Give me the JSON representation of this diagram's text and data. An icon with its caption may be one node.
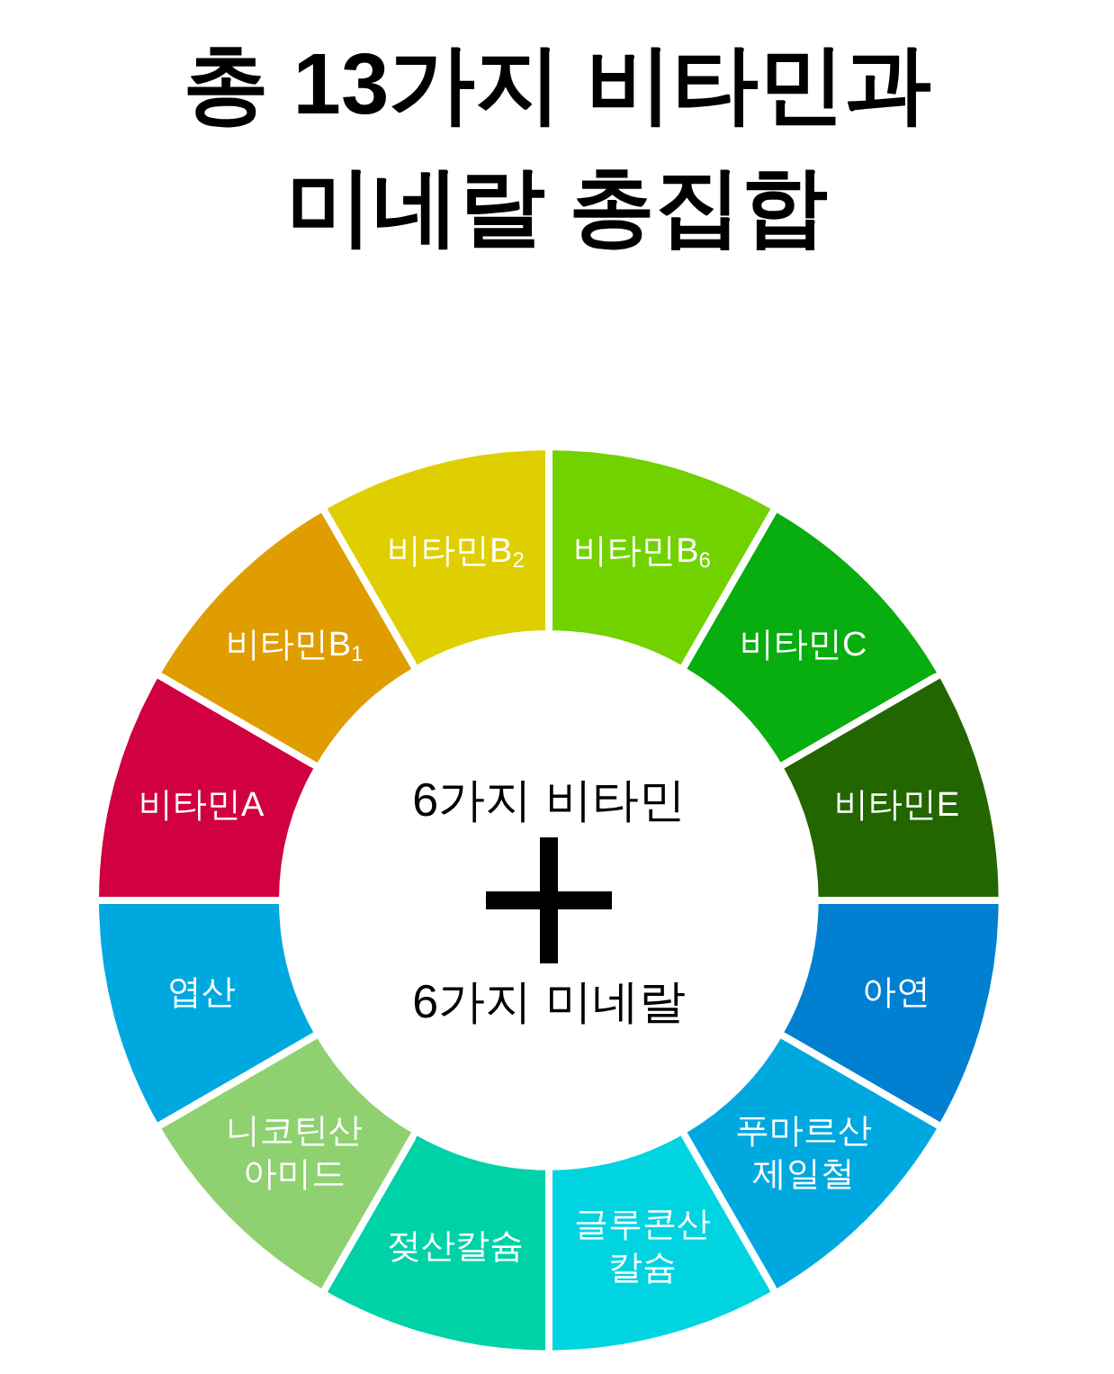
{
  "diagram": {
    "title": "총 13가지 비타민과 미네랄 총집합",
    "nodes": [
      {
        "text": [
          "비타민B$_{2}$"
        ]
      },
      {
        "text": [
          "비타민B$_{6}$"
        ]
      },
      {
        "text": [
          "비타민C"
        ]
      },
      {
        "text": [
          "비타민E"
        ]
      },
      {
        "text": [
          "아연"
        ]
      },
      {
        "text": [
          "푸마르산 제일철"
        ]
      },
      {
        "text": [
          "글루콘산 칼슘"
        ]
      },
      {
        "text": [
          "젖산칼슘"
        ]
      },
      {
        "text": [
          "니코틴산 아미드"
        ]
      },
      {
        "text": [
          "엽산"
        ]
      },
      {
        "text": [
          "비타민A"
        ]
      },
      {
        "text": [
          "비타민B$_{1}$"
        ]
      },
      {
        "text": [
          "6가지 비타민",
          "6가지 미네랄"
        ]
      }
    ]
  }
}
